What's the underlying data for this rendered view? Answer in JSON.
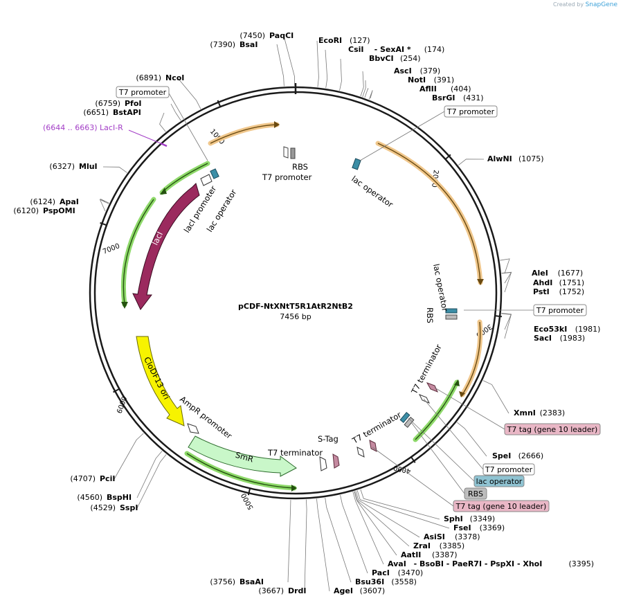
{
  "credit": {
    "prefix": "Created by",
    "brand": "SnapGene"
  },
  "plasmid": {
    "name": "pCDF-NtXNtT5R1AtR2NtB2",
    "length_label": "7456 bp",
    "length": 7456
  },
  "ticks": [
    {
      "pos": 1000,
      "label": "1000"
    },
    {
      "pos": 2000,
      "label": "2000"
    },
    {
      "pos": 3000,
      "label": "3000"
    },
    {
      "pos": 4000,
      "label": "4000"
    },
    {
      "pos": 5000,
      "label": "5000"
    },
    {
      "pos": 6000,
      "label": "6000"
    },
    {
      "pos": 7000,
      "label": "7000"
    }
  ],
  "sites": [
    {
      "pos": 7450,
      "name": "PaqCI",
      "coord": "(7450)"
    },
    {
      "pos": 7390,
      "name": "BsaI",
      "coord": "(7390)"
    },
    {
      "pos": 127,
      "name": "EcoRI",
      "coord": "(127)"
    },
    {
      "pos": 174,
      "name": "CsiI",
      "extra": "- SexAI *",
      "coord": "(174)"
    },
    {
      "pos": 254,
      "name": "BbvCI",
      "coord": "(254)"
    },
    {
      "pos": 379,
      "name": "AscI",
      "coord": "(379)"
    },
    {
      "pos": 391,
      "name": "NotI",
      "coord": "(391)"
    },
    {
      "pos": 404,
      "name": "AflII",
      "coord": "(404)"
    },
    {
      "pos": 431,
      "name": "BsrGI",
      "coord": "(431)"
    },
    {
      "pos": 1075,
      "name": "AlwNI",
      "coord": "(1075)"
    },
    {
      "pos": 1677,
      "name": "AleI",
      "coord": "(1677)"
    },
    {
      "pos": 1751,
      "name": "AhdI",
      "coord": "(1751)"
    },
    {
      "pos": 1752,
      "name": "PstI",
      "coord": "(1752)"
    },
    {
      "pos": 1981,
      "name": "Eco53kI",
      "coord": "(1981)"
    },
    {
      "pos": 1983,
      "name": "SacI",
      "coord": "(1983)"
    },
    {
      "pos": 2383,
      "name": "XmnI",
      "coord": "(2383)"
    },
    {
      "pos": 2666,
      "name": "SpeI",
      "coord": "(2666)"
    },
    {
      "pos": 3349,
      "name": "SphI",
      "coord": "(3349)"
    },
    {
      "pos": 3369,
      "name": "FseI",
      "coord": "(3369)"
    },
    {
      "pos": 3378,
      "name": "AsiSI",
      "coord": "(3378)"
    },
    {
      "pos": 3385,
      "name": "ZraI",
      "coord": "(3385)"
    },
    {
      "pos": 3387,
      "name": "AatII",
      "coord": "(3387)"
    },
    {
      "pos": 3395,
      "name": "AvaI",
      "extra": "- BsoBI - PaeR7I - PspXI - XhoI",
      "coord": "(3395)"
    },
    {
      "pos": 3470,
      "name": "PacI",
      "coord": "(3470)"
    },
    {
      "pos": 3558,
      "name": "Bsu36I",
      "coord": "(3558)"
    },
    {
      "pos": 3607,
      "name": "AgeI",
      "coord": "(3607)"
    },
    {
      "pos": 3667,
      "name": "DrdI",
      "coord": "(3667)"
    },
    {
      "pos": 3756,
      "name": "BsaAI",
      "coord": "(3756)"
    },
    {
      "pos": 4529,
      "name": "SspI",
      "coord": "(4529)"
    },
    {
      "pos": 4560,
      "name": "BspHI",
      "coord": "(4560)"
    },
    {
      "pos": 4707,
      "name": "PciI",
      "coord": "(4707)"
    },
    {
      "pos": 6120,
      "name": "PspOMI",
      "coord": "(6120)"
    },
    {
      "pos": 6124,
      "name": "ApaI",
      "coord": "(6124)"
    },
    {
      "pos": 6327,
      "name": "MluI",
      "coord": "(6327)"
    },
    {
      "pos": 6651,
      "name": "BstAPI",
      "coord": "(6651)"
    },
    {
      "pos": 6759,
      "name": "PfoI",
      "coord": "(6759)"
    },
    {
      "pos": 6891,
      "name": "NcoI",
      "coord": "(6891)"
    }
  ],
  "primer": {
    "label": "(6644 .. 6663)  LacI-R",
    "color": "#a23dc6"
  },
  "boxed_labels": [
    {
      "text": "T7 promoter",
      "fill": "#ffffff"
    },
    {
      "text": "T7 promoter",
      "fill": "#ffffff"
    },
    {
      "text": "T7 promoter",
      "fill": "#ffffff"
    },
    {
      "text": "T7 tag (gene 10 leader)",
      "fill": "#e9b7c6"
    },
    {
      "text": "T7 promoter",
      "fill": "#ffffff"
    },
    {
      "text": "lac operator",
      "fill": "#8fc3d2"
    },
    {
      "text": "RBS",
      "fill": "#bdbdbd"
    },
    {
      "text": "T7 tag (gene 10 leader)",
      "fill": "#e9b7c6"
    }
  ],
  "feature_labels": {
    "laci": "lacI",
    "ori": "CloDF13 ori",
    "smr": "SmR",
    "laci_promoter": "lacI promoter",
    "lac_operator_a": "lac operator",
    "lac_operator_b": "lac operator",
    "lac_operator_c": "lac operator",
    "rbs_a": "RBS",
    "rbs_b": "RBS",
    "t7_promoter_inner": "T7 promoter",
    "ampr_promoter": "AmpR promoter",
    "t7_terminator_a": "T7 terminator",
    "t7_terminator_b": "T7 terminator",
    "t7_terminator_c": "T7 terminator",
    "stag": "S-Tag"
  },
  "colors": {
    "laci": "#9b2a5e",
    "ori": "#f7f300",
    "smr": "#c9f7c9",
    "orf_orange": "#f0c78c",
    "orf_green": "#8ed96a",
    "operator": "#3c8ea6",
    "terminator": "#c48aa0",
    "backbone": "#1a1a1a"
  }
}
